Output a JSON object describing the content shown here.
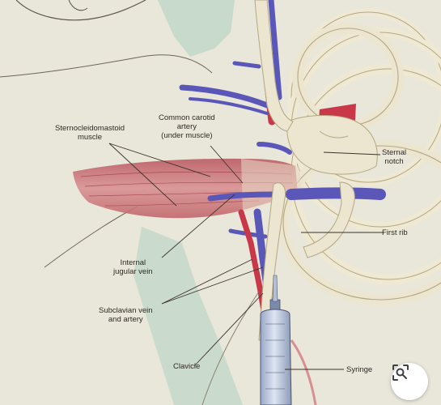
{
  "labels": {
    "scm": [
      "Sternocleidomastoid",
      "muscle"
    ],
    "carotid": [
      "Common carotid",
      "artery",
      "(under muscle)"
    ],
    "sternal": [
      "Sternal",
      "notch"
    ],
    "first_rib": [
      "First rib"
    ],
    "jugular": [
      "Internal",
      "jugular vein"
    ],
    "subclavian": [
      "Subclavian vein",
      "and artery"
    ],
    "clavicle": [
      "Clavicle"
    ],
    "syringe": [
      "Syringe"
    ]
  },
  "colors": {
    "background": "#e9e6da",
    "bone": "#ece5cf",
    "bone_outline": "#b3a885",
    "muscle": "#d0878a",
    "vein": "#5a57b8",
    "artery": "#c83848",
    "skin_green": "#c2d7c8",
    "leader_line": "#3a342c"
  },
  "icons": {
    "visual_search": "lens-search-icon"
  }
}
